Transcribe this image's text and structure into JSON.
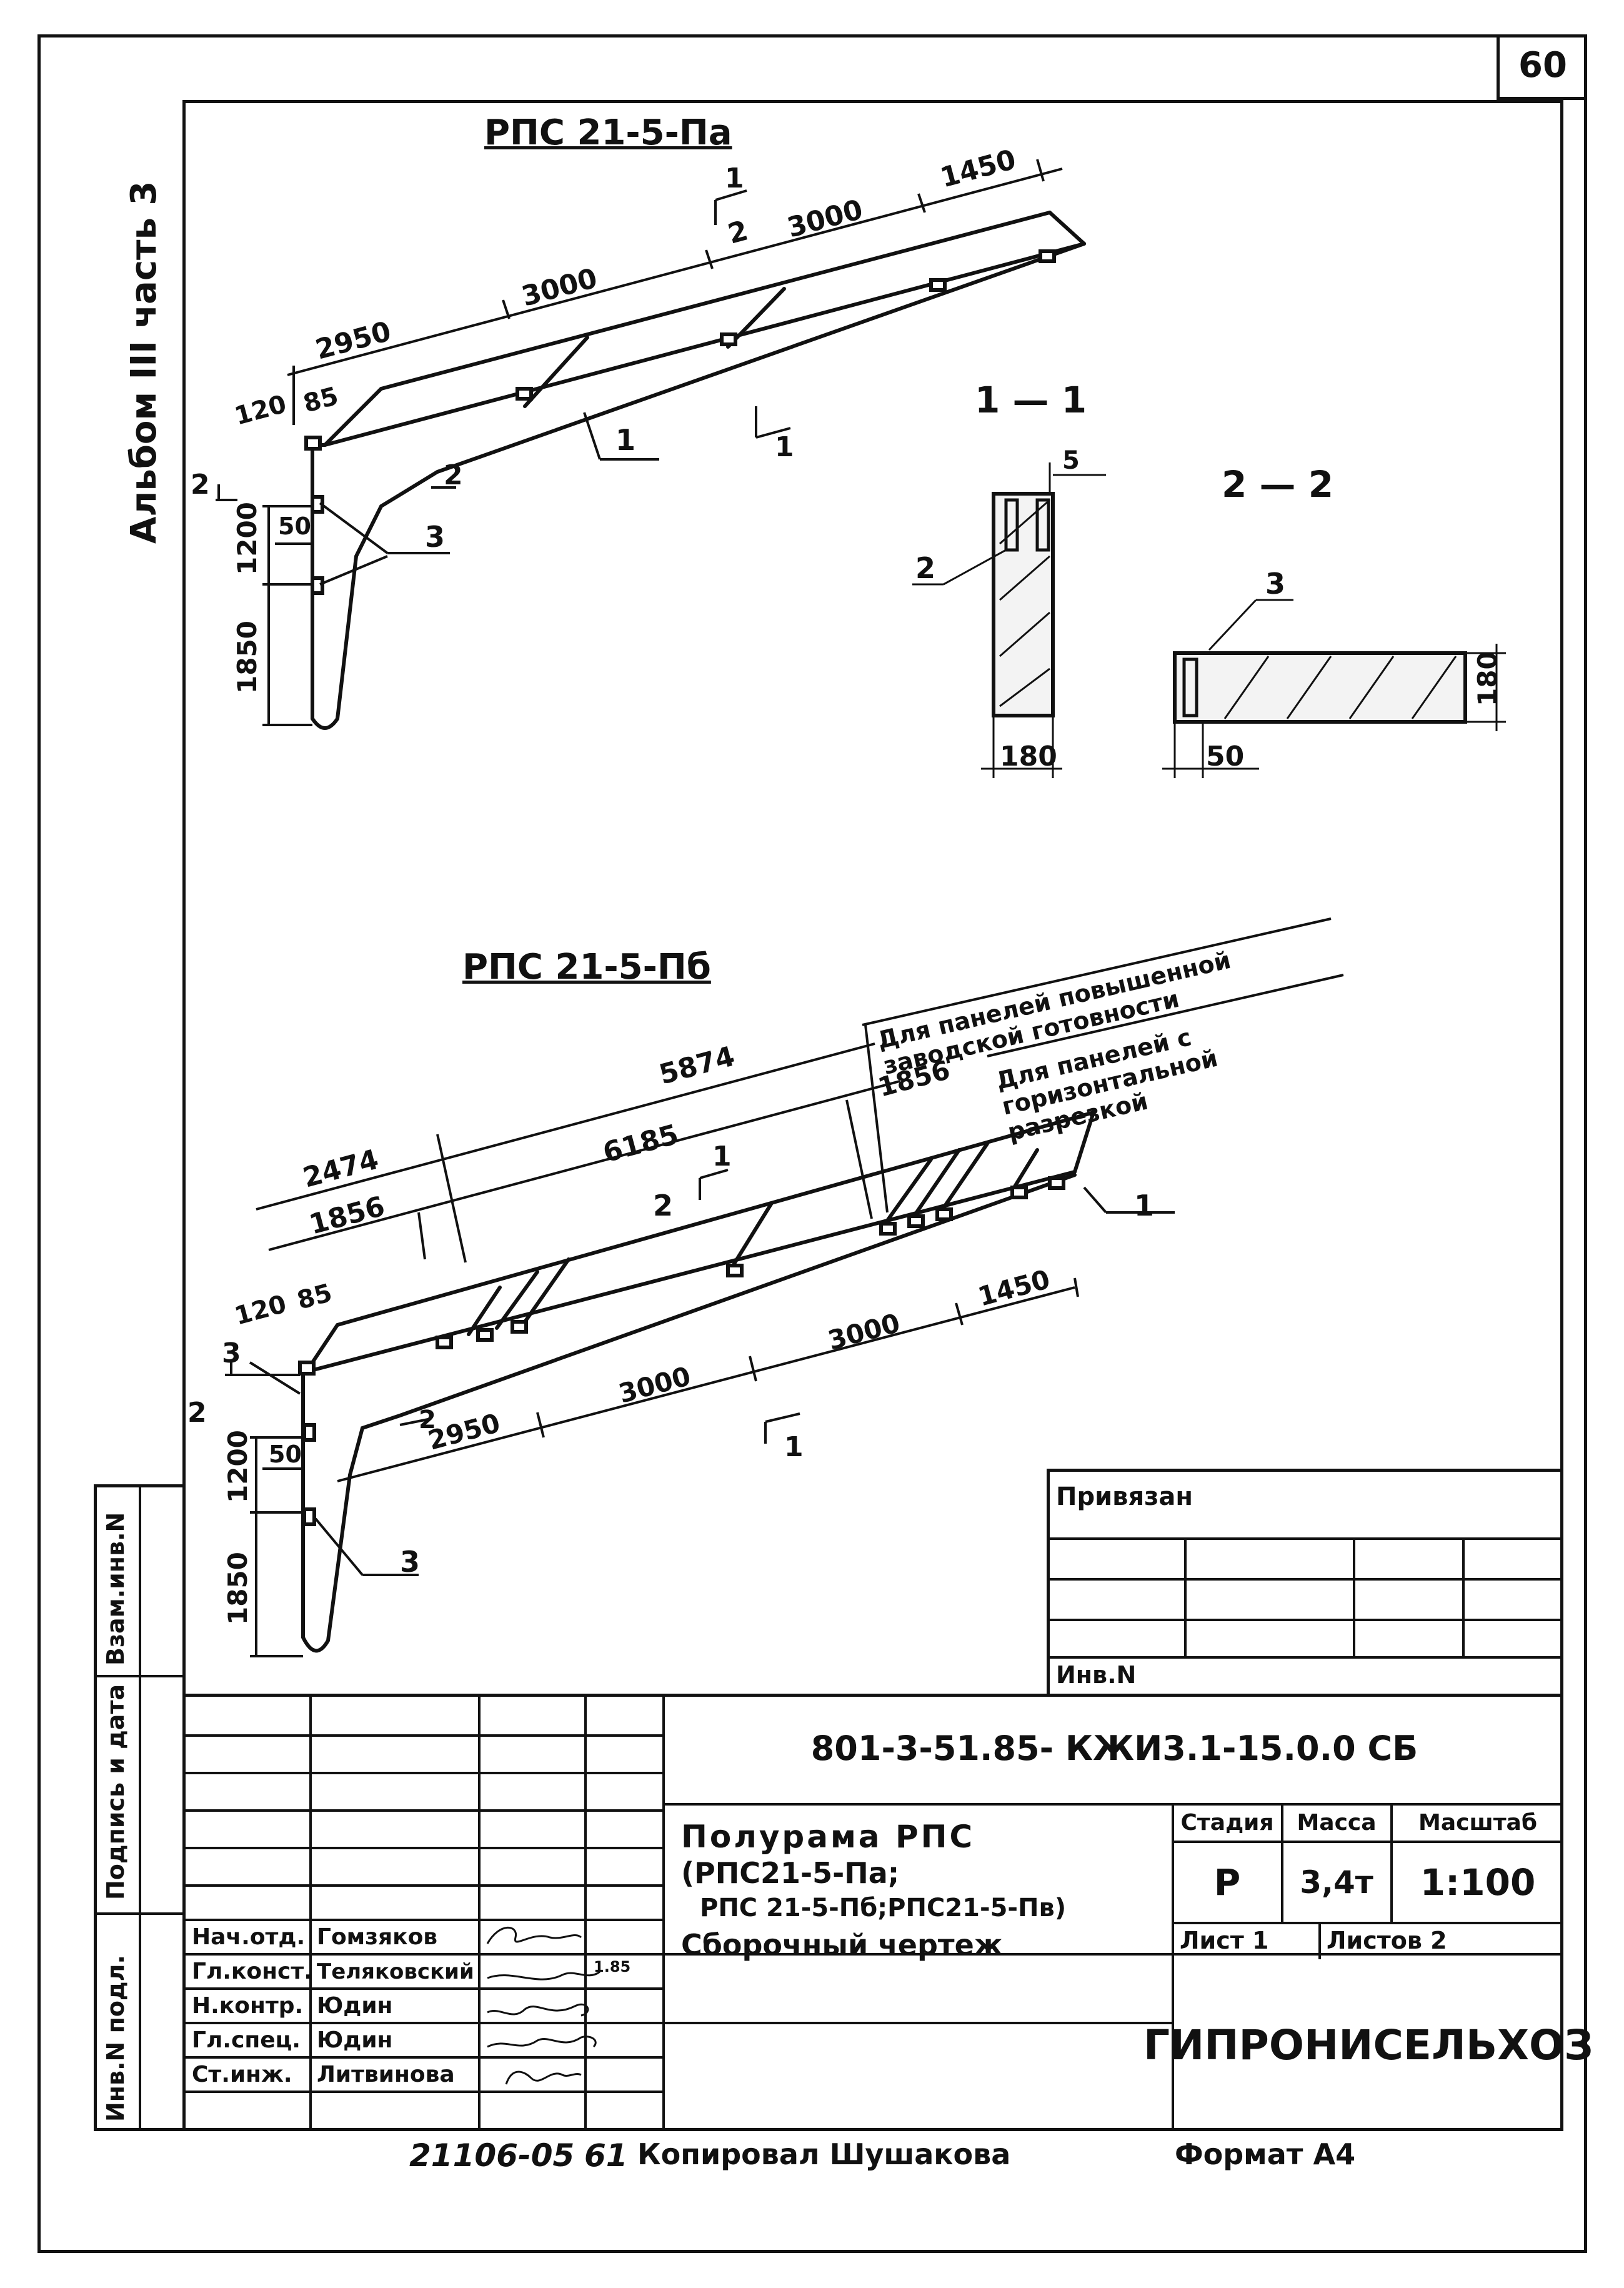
{
  "sheet_number": "60",
  "album_label": "Альбом III часть 3",
  "top_view": {
    "title": "РПС 21-5-Па",
    "dims_top": [
      "2950",
      "3000",
      "3000",
      "1450"
    ],
    "dims_small": [
      "120",
      "85"
    ],
    "dims_left": [
      "50",
      "1200",
      "1850"
    ],
    "labels": [
      "1",
      "2",
      "3"
    ],
    "section_marks": [
      "1",
      "1",
      "2",
      "2"
    ]
  },
  "section_1_1": {
    "title": "1 — 1",
    "dim_top": "5",
    "dim_bottom": "180",
    "label": "2"
  },
  "section_2_2": {
    "title": "2 — 2",
    "label": "3",
    "dim_right": "180",
    "dim_bottom": "50"
  },
  "bottom_view": {
    "title": "РПС 21-5-Пб",
    "dims_top_row1": [
      "2474",
      "5874"
    ],
    "dims_top_row2": [
      "1856",
      "6185"
    ],
    "dim_small_1856": "1856",
    "dims_small": [
      "120",
      "85"
    ],
    "dims_bottom": [
      "2950",
      "3000",
      "3000",
      "1450"
    ],
    "dims_left": [
      "50",
      "1200",
      "1850"
    ],
    "labels": [
      "1",
      "2",
      "3",
      "3"
    ],
    "section_marks": [
      "1",
      "1",
      "2",
      "2"
    ],
    "note_1": "Для панелей повышенной заводской готовности",
    "note_2": "Для панелей с горизонтальной разрезкой"
  },
  "binding_table": {
    "header": "Привязан",
    "inv": "Инв.N"
  },
  "left_strip": {
    "vzam": "Взам.инв.N",
    "podpis": "Подпись и дата",
    "inv": "Инв.N подл."
  },
  "title_block": {
    "code": "801-3-51.85- КЖИ3.1-15.0.0 СБ",
    "name_line1": "Полурама РПС",
    "name_line2": "(РПС21-5-Па;",
    "name_line3": "РПС 21-5-Пб;РПС21-5-Пв)",
    "name_line4": "Сборочный чертеж",
    "stage_label": "Стадия",
    "mass_label": "Масса",
    "scale_label": "Масштаб",
    "stage": "Р",
    "mass": "3,4т",
    "scale": "1:100",
    "sheet": "Лист 1",
    "sheets": "Листов 2",
    "org": "ГИПРОНИСЕЛЬХОЗ",
    "roles": [
      {
        "role": "Нач.отд.",
        "name": "Гомзяков",
        "date": ""
      },
      {
        "role": "Гл.конст.",
        "name": "Теляковский",
        "date": "1.85"
      },
      {
        "role": "Н.контр.",
        "name": "Юдин",
        "date": ""
      },
      {
        "role": "Гл.спец.",
        "name": "Юдин",
        "date": ""
      },
      {
        "role": "Ст.инж.",
        "name": "Литвинова",
        "date": ""
      }
    ]
  },
  "footer": {
    "number": "21106-05",
    "page": "61",
    "copied": "Копировал Шушакова",
    "format": "Формат А4"
  }
}
